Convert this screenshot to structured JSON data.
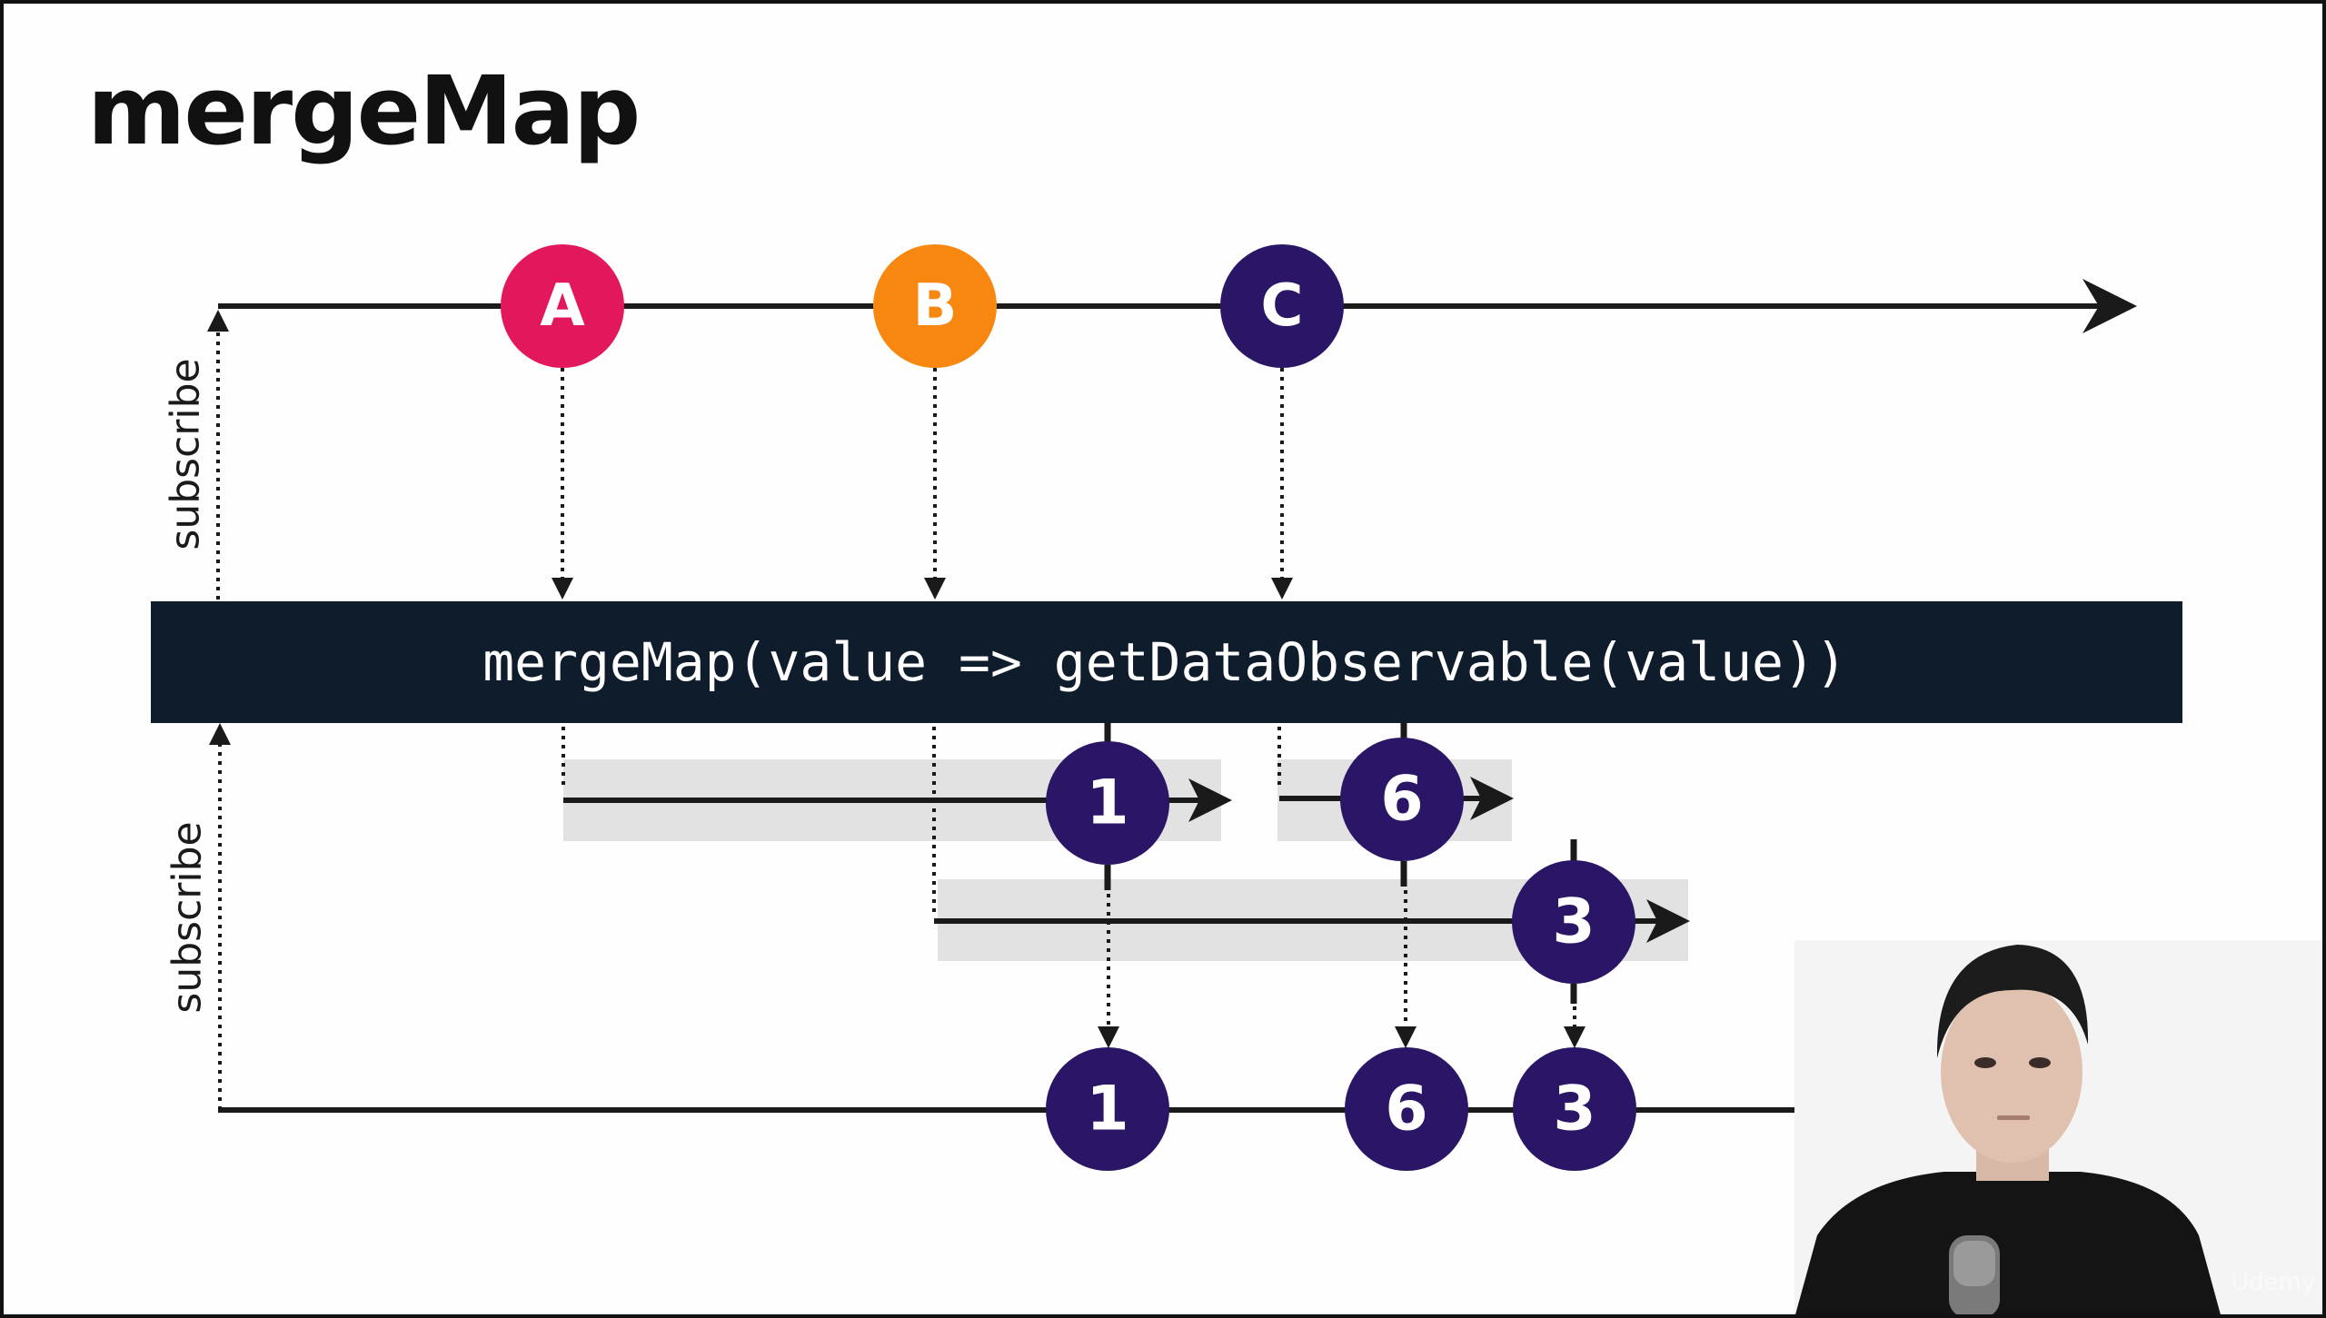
{
  "slide": {
    "title": "mergeMap",
    "operator_code": "mergeMap(value => getDataObservable(value))",
    "subscribe_label_top": "subscribe",
    "subscribe_label_bottom": "subscribe",
    "watermark": "Udemy"
  },
  "colors": {
    "A": "#e3175c",
    "B": "#f7870f",
    "C": "#2b1566",
    "inner": "#2b1566",
    "output": "#2b1566",
    "operator_bg": "#0f1c2b"
  },
  "source_marbles": [
    {
      "label": "A",
      "color": "#e3175c"
    },
    {
      "label": "B",
      "color": "#f7870f"
    },
    {
      "label": "C",
      "color": "#2b1566"
    }
  ],
  "inner_marbles": [
    {
      "label": "1",
      "from": "A"
    },
    {
      "label": "6",
      "from": "C"
    },
    {
      "label": "3",
      "from": "B"
    }
  ],
  "output_marbles": [
    {
      "label": "1"
    },
    {
      "label": "6"
    },
    {
      "label": "3"
    }
  ]
}
